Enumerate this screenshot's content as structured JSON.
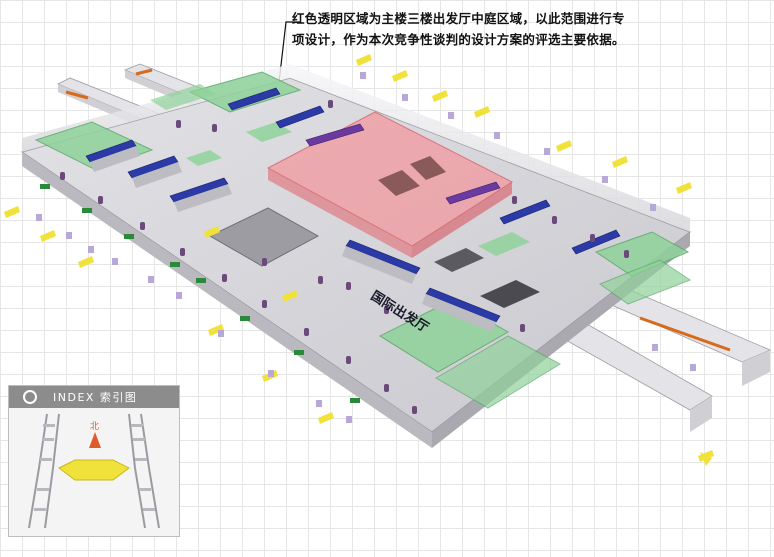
{
  "caption": {
    "line1": "红色透明区域为主楼三楼出发厅中庭区域，以此范围进行专",
    "line2": "项设计，作为本次竞争性谈判的设计方案的评选主要依据。"
  },
  "hall_label": "国际出发厅",
  "index": {
    "title": "INDEX 索引图",
    "north_glyph": "北"
  },
  "colors": {
    "floor": "#d4d4d8",
    "wall": "#eeeef0",
    "highlight": "#f29aa0",
    "green_block": "#8fd29a",
    "counter_blue": "#2b3aa6",
    "counter_purple": "#6b3aa0",
    "sign_yellow": "#f0e23a"
  }
}
